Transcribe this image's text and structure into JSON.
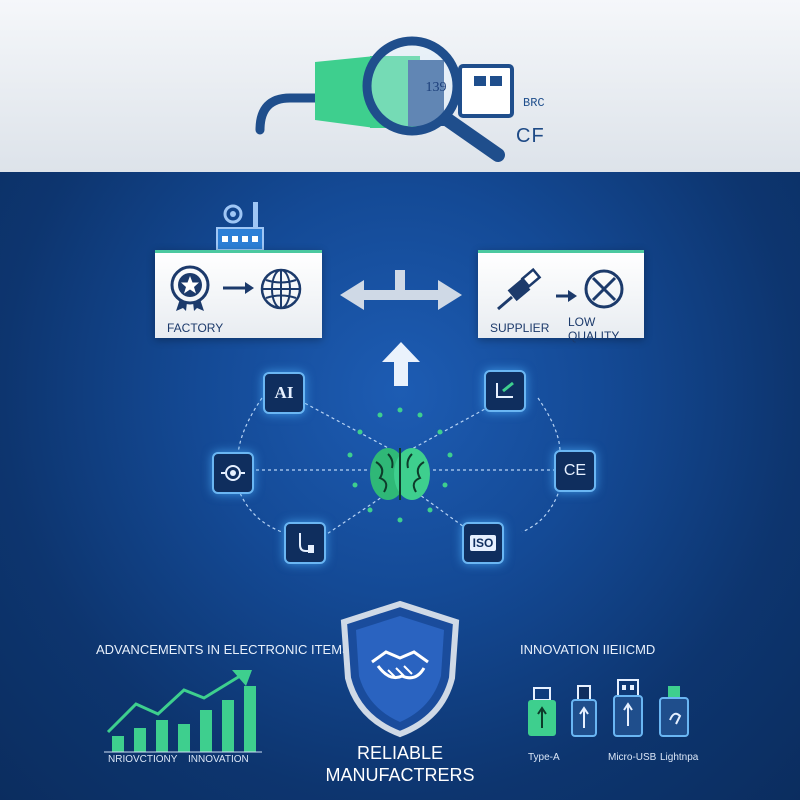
{
  "header": {
    "usb_badge": "139",
    "usb_tag": "CF",
    "usb_side_mark": "BRC"
  },
  "flow": {
    "factory_label": "FACTORY",
    "supplier_label": "SUPPLIER",
    "low_quality_label": "LOW QUALITY"
  },
  "network": {
    "nodes": [
      {
        "label": "AI",
        "icon": "ai-chip-icon"
      },
      {
        "label": "",
        "icon": "robot-icon"
      },
      {
        "label": "",
        "icon": "cable-plug-icon"
      },
      {
        "label": "",
        "icon": "solder-iron-icon"
      },
      {
        "label": "CE",
        "icon": "ce-mark-icon"
      },
      {
        "label": "ISO",
        "icon": "iso-mark-icon"
      }
    ],
    "hub_icon": "brain-icon"
  },
  "bottom": {
    "left_heading": "ADVANCEMENTS IN ELECTRONIC ITEMS",
    "chart_labels": [
      "NRIOVCTIONY",
      "INNOVATION"
    ],
    "shield_caption_line1": "RELIABLE",
    "shield_caption_line2": "MANUFACTRERS",
    "right_heading": "INNOVATION IIEIICMD",
    "connectors": [
      {
        "label": "Type-A",
        "icon": "usb-type-a-icon"
      },
      {
        "label": "",
        "icon": "usb-type-b-icon"
      },
      {
        "label": "Micro-USB",
        "icon": "micro-usb-icon"
      },
      {
        "label": "Lightnpa",
        "icon": "lightning-icon"
      }
    ]
  },
  "colors": {
    "accent_green": "#3ecf8e",
    "brand_blue": "#1e4a86",
    "glow_blue": "#6ab6f3"
  }
}
